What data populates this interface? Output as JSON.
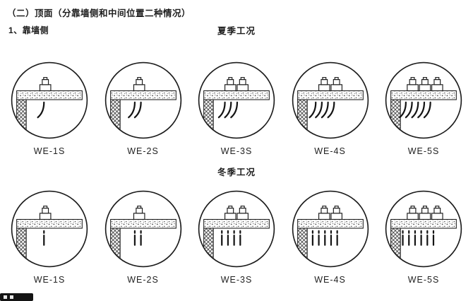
{
  "header": {
    "title": "（二）顶面（分靠墙侧和中间位置二种情况）",
    "subsection": "1、靠墙侧"
  },
  "rows": [
    {
      "heading": "夏季工况",
      "items": [
        {
          "label": "WE-1S",
          "nozzles": 1,
          "streams": 1,
          "stream_style": "curved"
        },
        {
          "label": "WE-2S",
          "nozzles": 1,
          "streams": 2,
          "stream_style": "curved"
        },
        {
          "label": "WE-3S",
          "nozzles": 2,
          "streams": 3,
          "stream_style": "curved"
        },
        {
          "label": "WE-4S",
          "nozzles": 2,
          "streams": 4,
          "stream_style": "curved"
        },
        {
          "label": "WE-5S",
          "nozzles": 3,
          "streams": 5,
          "stream_style": "curved"
        }
      ]
    },
    {
      "heading": "冬季工况",
      "items": [
        {
          "label": "WE-1S",
          "nozzles": 1,
          "streams": 1,
          "stream_style": "straight"
        },
        {
          "label": "WE-2S",
          "nozzles": 1,
          "streams": 2,
          "stream_style": "straight"
        },
        {
          "label": "WE-3S",
          "nozzles": 2,
          "streams": 4,
          "stream_style": "straight"
        },
        {
          "label": "WE-4S",
          "nozzles": 2,
          "streams": 5,
          "stream_style": "straight"
        },
        {
          "label": "WE-5S",
          "nozzles": 3,
          "streams": 6,
          "stream_style": "straight"
        }
      ]
    }
  ]
}
